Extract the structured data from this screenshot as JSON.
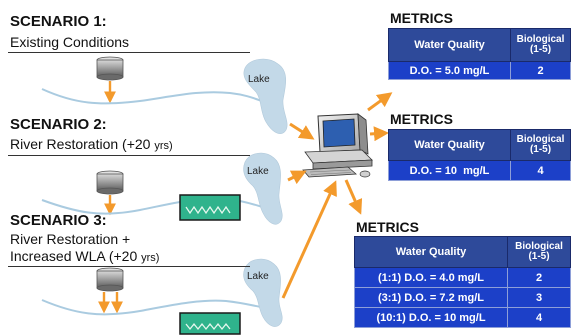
{
  "scenarios": [
    {
      "title": "SCENARIO 1:",
      "desc": "Existing Conditions",
      "desc_suffix": "",
      "lake_label": "Lake"
    },
    {
      "title": "SCENARIO 2:",
      "desc": "River Restoration (+20",
      "desc_suffix": "yrs)",
      "lake_label": "Lake"
    },
    {
      "title": "SCENARIO 3:",
      "desc_line1": "River Restoration +",
      "desc": "Increased WLA (+20",
      "desc_suffix": "yrs)",
      "lake_label": "Lake"
    }
  ],
  "metrics": [
    {
      "title": "METRICS",
      "header_quality": "Water Quality",
      "header_bio_line1": "Biological",
      "header_bio_line2": "(1-5)",
      "rows": [
        {
          "quality": "D.O. = 5.0 mg/L",
          "bio": "2"
        }
      ]
    },
    {
      "title": "METRICS",
      "header_quality": "Water Quality",
      "header_bio_line1": "Biological",
      "header_bio_line2": "(1-5)",
      "rows": [
        {
          "quality": "D.O. = 10  mg/L",
          "bio": "4"
        }
      ]
    },
    {
      "title": "METRICS",
      "header_quality": "Water Quality",
      "header_bio_line1": "Biological",
      "header_bio_line2": "(1-5)",
      "rows": [
        {
          "quality": "(1:1) D.O. = 4.0 mg/L",
          "bio": "2"
        },
        {
          "quality": "(3:1) D.O. = 7.2 mg/L",
          "bio": "3"
        },
        {
          "quality": "(10:1) D.O. = 10 mg/L",
          "bio": "4"
        }
      ]
    }
  ],
  "colors": {
    "arrow": "#f39a2c",
    "lake_fill": "#c3d9e8",
    "river": "#aacbe0",
    "table_header": "#2e4a9a",
    "table_cell": "#1c40c8",
    "restoration_fill": "#2fb38c"
  },
  "icons": [
    "discharge-pipe-icon",
    "lake-icon",
    "computer-icon",
    "restoration-panel-icon"
  ]
}
